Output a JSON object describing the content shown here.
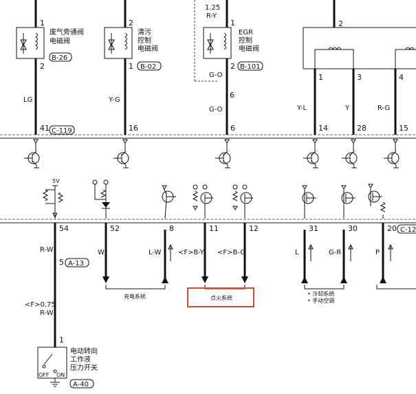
{
  "components": {
    "bypass_valve": {
      "name_lines": [
        "废气旁通阀",
        "电磁阀"
      ],
      "connector": "B-26",
      "pin_top": "1",
      "pin_bottom": "2"
    },
    "purge_valve": {
      "name_lines": [
        "清污",
        "控制",
        "电磁阀"
      ],
      "connector": "B-02",
      "pin_top": "2",
      "pin_bottom": "1"
    },
    "egr_valve": {
      "name_lines": [
        "EGR",
        "控制",
        "电磁阀"
      ],
      "connector": "B-101",
      "pin_top": "1",
      "pin_bottom": "2"
    },
    "relay_block": {
      "pin_top": "2",
      "pin_1": "1",
      "pin_3": "3",
      "pin_4": "4"
    },
    "ps_switch": {
      "name_lines": [
        "电动转向",
        "工作液",
        "压力开关"
      ],
      "connector": "A-40",
      "pin": "1",
      "off_label": "OFF",
      "on_label": "ON"
    }
  },
  "wires_top": [
    {
      "color": "LG",
      "ecu_pin": "41",
      "connector": "C-119"
    },
    {
      "color": "Y-G",
      "ecu_pin": "16"
    },
    {
      "color": "G-O",
      "ecu_pin": "6"
    },
    {
      "color": "Y-L",
      "ecu_pin": "14"
    },
    {
      "color": "Y",
      "ecu_pin": "28"
    },
    {
      "color": "R-G",
      "ecu_pin": "15"
    }
  ],
  "egr_extra": {
    "wire_size": "1.25",
    "wire_color_top": "R-Y",
    "wire_color_mid": "G-O",
    "mid_pin": "6"
  },
  "five_v": "5V",
  "wires_bottom": [
    {
      "pin": "54",
      "color": "R-W"
    },
    {
      "pin": "52",
      "color": "W"
    },
    {
      "pin": "8",
      "color": "L-W"
    },
    {
      "pin": "11",
      "color": "<F>B-Y"
    },
    {
      "pin": "12",
      "color": "<F>B-G"
    },
    {
      "pin": "31",
      "color": "L"
    },
    {
      "pin": "30",
      "color": "G-R"
    },
    {
      "pin": "20",
      "color": "P",
      "connector": "C-12"
    }
  ],
  "pin54_route": {
    "connector_pin": "5",
    "connector": "A-13",
    "color_mid": "R-W",
    "size_label": "<F>0.75",
    "color_low": "R-W"
  },
  "groups": {
    "charging": "充电系统",
    "ignition": "点火系统",
    "cooling_1": "• 冷却系统",
    "cooling_2": "• 手动空调"
  }
}
